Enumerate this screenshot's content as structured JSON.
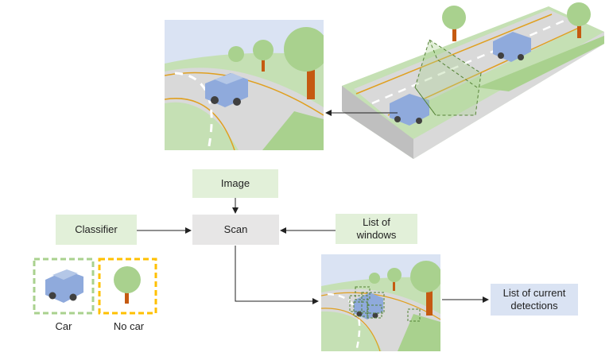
{
  "boxes": {
    "image": "Image",
    "classifier": "Classifier",
    "scan": "Scan",
    "list_of_windows": "List of\nwindows",
    "list_of_detections": "List of current\ndetections"
  },
  "legend": {
    "car": "Car",
    "no_car": "No car"
  },
  "colors": {
    "green_box": "#e2f0d9",
    "gray_box": "#e7e6e6",
    "blue_box": "#dae3f3",
    "car_dash": "#a9d18e",
    "nocar_dash": "#ffc000",
    "sky": "#dae3f3",
    "grass": "#c5e0b4",
    "road": "#d9d9d9",
    "road_line": "#e0a020",
    "tree": "#a9d18e",
    "trunk": "#c55a11",
    "car": "#8faadc"
  }
}
